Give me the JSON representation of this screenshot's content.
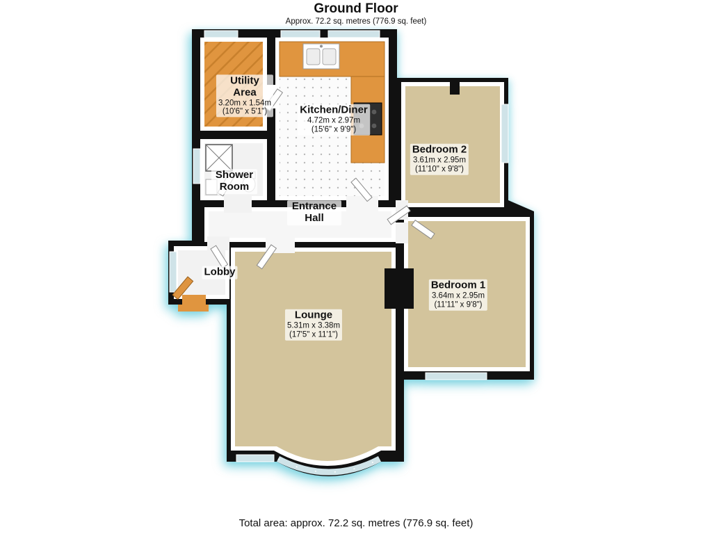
{
  "header": {
    "title": "Ground Floor",
    "subtitle": "Approx. 72.2 sq. metres (776.9 sq. feet)"
  },
  "footer": {
    "total_area": "Total area: approx. 72.2 sq. metres (776.9 sq. feet)"
  },
  "rooms": [
    {
      "id": "utility",
      "name": "Utility Area",
      "dims_m": "3.20m x 1.54m",
      "dims_ft": "(10'6\" x 5'1\")"
    },
    {
      "id": "kitchen",
      "name": "Kitchen/Diner",
      "dims_m": "4.72m x 2.97m",
      "dims_ft": "(15'6\" x 9'9\")"
    },
    {
      "id": "bedroom2",
      "name": "Bedroom 2",
      "dims_m": "3.61m x 2.95m",
      "dims_ft": "(11'10\" x 9'8\")"
    },
    {
      "id": "shower",
      "name": "Shower Room"
    },
    {
      "id": "hall",
      "name": "Entrance Hall"
    },
    {
      "id": "lobby",
      "name": "Lobby"
    },
    {
      "id": "lounge",
      "name": "Lounge",
      "dims_m": "5.31m x 3.38m",
      "dims_ft": "(17'5\" x 11'1\")"
    },
    {
      "id": "bedroom1",
      "name": "Bedroom 1",
      "dims_m": "3.64m x 2.95m",
      "dims_ft": "(11'11\" x 9'8\")"
    }
  ],
  "colors": {
    "wall": "#111111",
    "floor_beige": "#d3c49c",
    "floor_wood": "#e0953f",
    "counter": "#e0953f",
    "window": "#cfe3e8",
    "glow": "#3cbed2"
  }
}
